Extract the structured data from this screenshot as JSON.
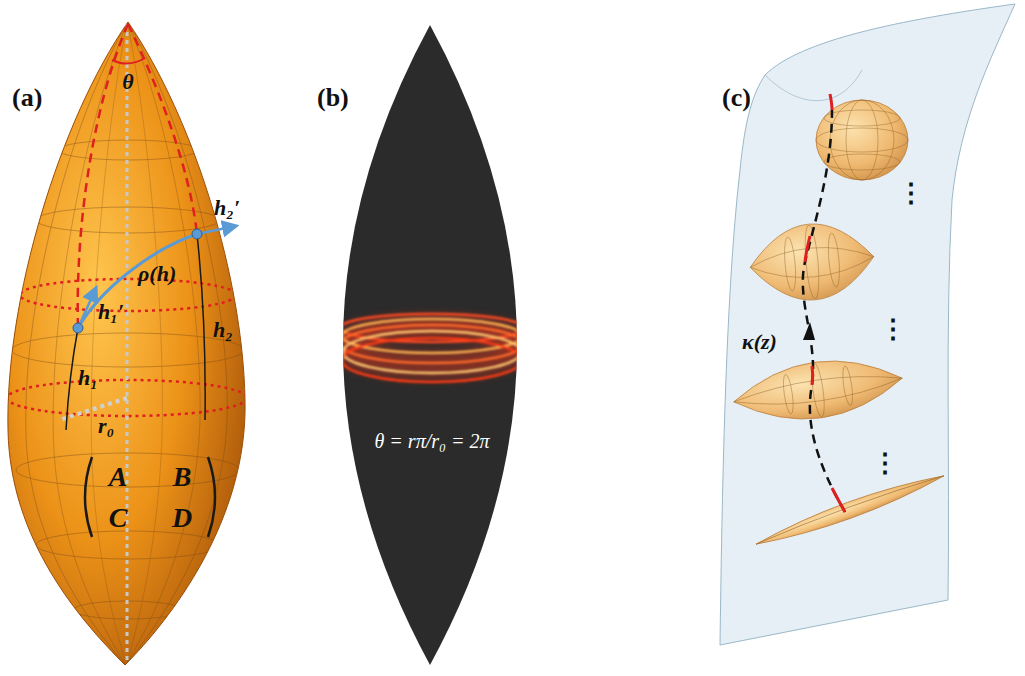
{
  "diagram": {
    "labels": [
      "(a)",
      "θ",
      "h₂′",
      "ρ(h)",
      "h₁′",
      "h₁",
      "h₂",
      "r₀",
      "A",
      "B",
      "C",
      "D",
      "(b)",
      "θ = rπ/r₀ = 2π",
      "(c)",
      "κ(z)",
      "⋮",
      "⋮",
      "⋮"
    ]
  }
}
